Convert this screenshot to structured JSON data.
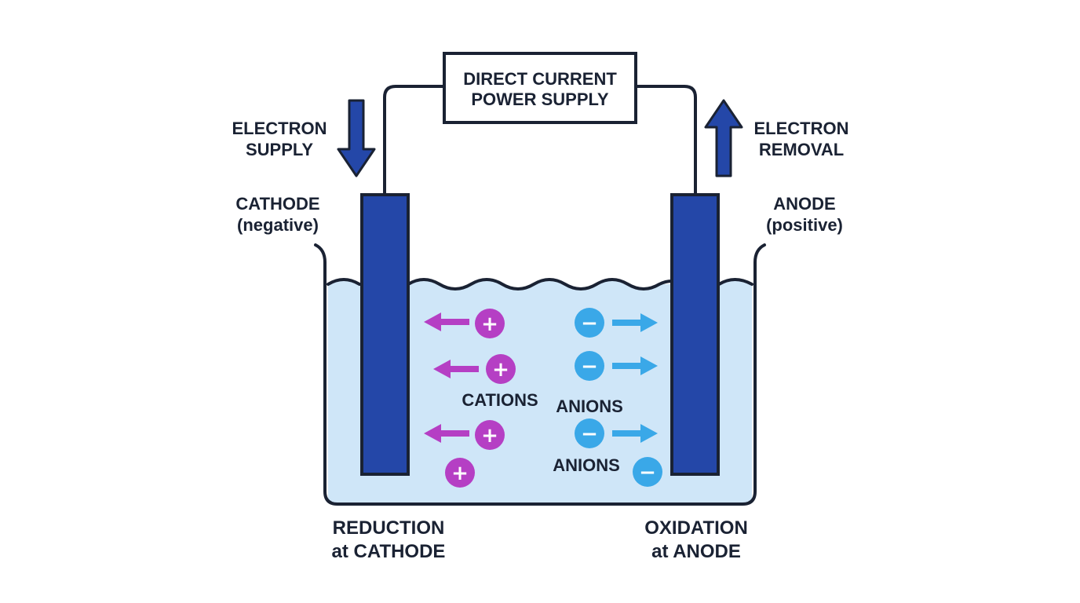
{
  "power_supply": {
    "line1": "DIRECT CURRENT",
    "line2": "POWER SUPPLY"
  },
  "left_flow": {
    "line1": "ELECTRON",
    "line2": "SUPPLY"
  },
  "right_flow": {
    "line1": "ELECTRON",
    "line2": "REMOVAL"
  },
  "cathode": {
    "line1": "CATHODE",
    "line2": "(negative)"
  },
  "anode": {
    "line1": "ANODE",
    "line2": "(positive)"
  },
  "ions": {
    "cations_label": "CATIONS",
    "anions_label_1": "ANIONS",
    "anions_label_2": "ANIONS",
    "cation_sign": "+",
    "anion_sign": "−"
  },
  "bottom_left": {
    "line1": "REDUCTION",
    "line2": "at CATHODE"
  },
  "bottom_right": {
    "line1": "OXIDATION",
    "line2": "at ANODE"
  },
  "colors": {
    "electrode": "#2447a8",
    "outline": "#1a2233",
    "solution": "#cfe6f8",
    "cation": "#b53fc4",
    "anion": "#3aa8e8",
    "electron_arrow": "#2447a8"
  }
}
